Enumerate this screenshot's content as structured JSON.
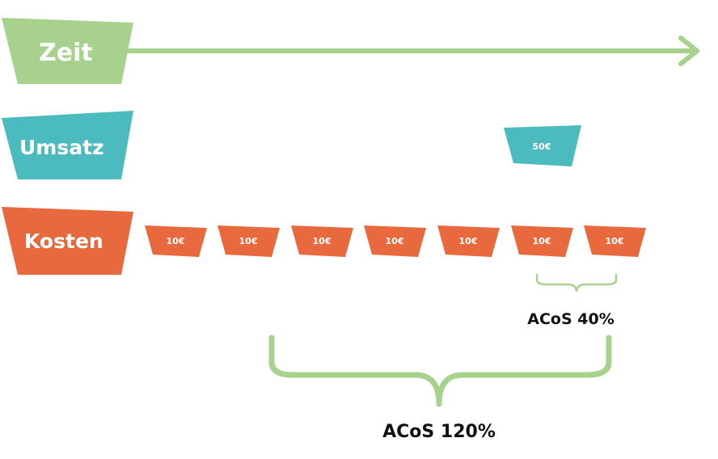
{
  "colors": {
    "zeit": "#a9d18e",
    "umsatz": "#4bbbbf",
    "kosten": "#e8693d",
    "brace": "#a9d18e",
    "text_dark": "#111111"
  },
  "rows": {
    "zeit": "Zeit",
    "umsatz": "Umsatz",
    "kosten": "Kosten"
  },
  "umsatz_chips": [
    "50€"
  ],
  "kosten_chips": [
    "10€",
    "10€",
    "10€",
    "10€",
    "10€",
    "10€",
    "10€"
  ],
  "acos": {
    "small": "ACoS 40%",
    "large": "ACoS 120%"
  }
}
